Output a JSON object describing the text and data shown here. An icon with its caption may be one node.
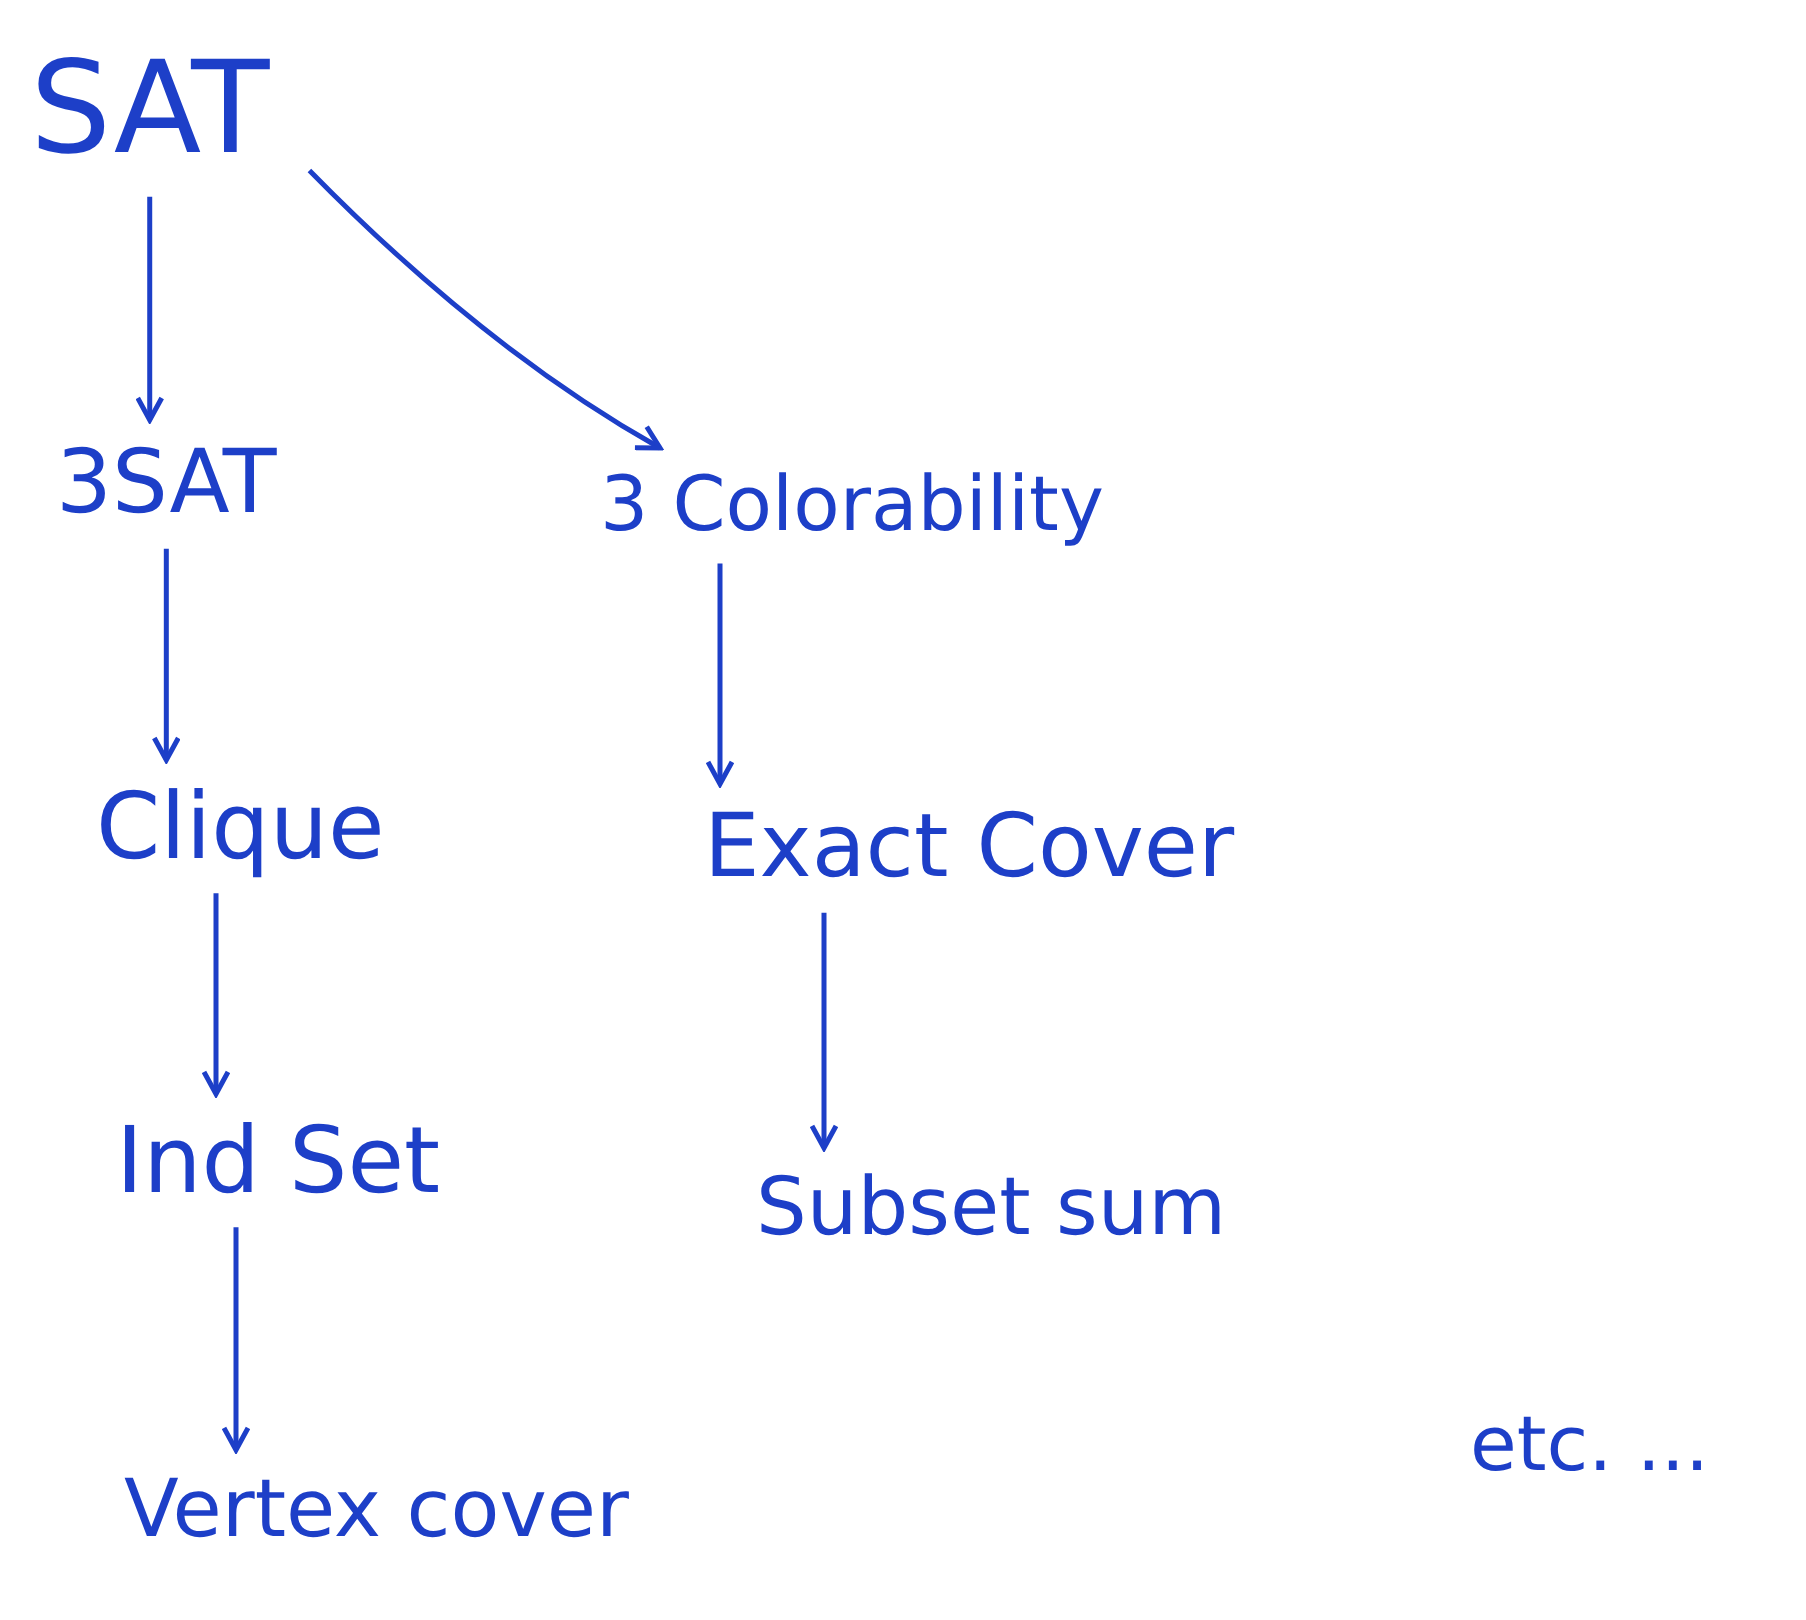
{
  "diagram": {
    "nodes": [
      {
        "text": [
          "SAT"
        ]
      },
      {
        "text": [
          "3SAT"
        ]
      },
      {
        "text": [
          "3 Colorability"
        ]
      },
      {
        "text": [
          "Clique"
        ]
      },
      {
        "text": [
          "Exact Cover"
        ]
      },
      {
        "text": [
          "Ind Set"
        ]
      },
      {
        "text": [
          "Subset sum"
        ]
      },
      {
        "text": [
          "Vertex cover"
        ]
      }
    ],
    "edges": [
      {
        "from": 0,
        "to": 1,
        "arrow": "to"
      },
      {
        "from": 0,
        "to": 2,
        "arrow": "to"
      },
      {
        "from": 1,
        "to": 3,
        "arrow": "to"
      },
      {
        "from": 3,
        "to": 5,
        "arrow": "to"
      },
      {
        "from": 5,
        "to": 7,
        "arrow": "to"
      },
      {
        "from": 2,
        "to": 4,
        "arrow": "to"
      },
      {
        "from": 4,
        "to": 6,
        "arrow": "to"
      }
    ],
    "labels": [
      "etc. ..."
    ]
  }
}
